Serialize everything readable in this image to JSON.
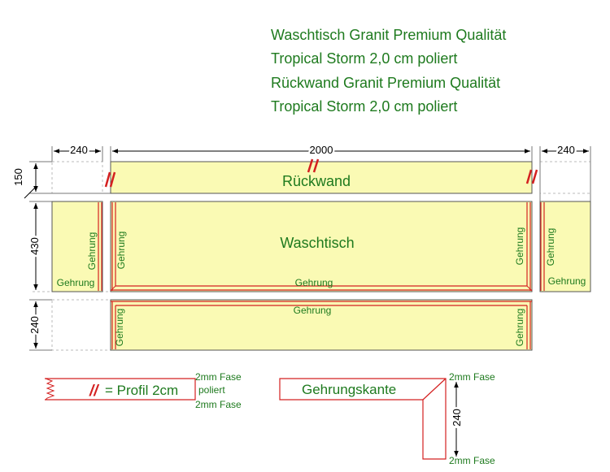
{
  "header": {
    "line1": "Waschtisch Granit Premium Qualität",
    "line2": "Tropical Storm 2,0 cm poliert",
    "line3": "Rückwand Granit Premium Qualität",
    "line4": "Tropical Storm 2,0 cm poliert"
  },
  "dimensions": {
    "left_width": "240",
    "main_width": "2000",
    "right_width": "240",
    "backsplash_height": "150",
    "top_depth": "430",
    "front_height": "240"
  },
  "panels": {
    "backsplash_label": "Rückwand",
    "top_label": "Waschtisch",
    "miter": "Gehrung"
  },
  "legend": {
    "profile_symbol": "//",
    "profile_label": "= Profil 2cm",
    "fase": "2mm Fase",
    "poliert": "poliert",
    "miter_edge_label": "Gehrungskante",
    "miter_edge_dim": "240"
  },
  "colors": {
    "text_green": "#1e7a1e",
    "panel_fill": "#fafab4",
    "profile_red": "#d42020"
  }
}
